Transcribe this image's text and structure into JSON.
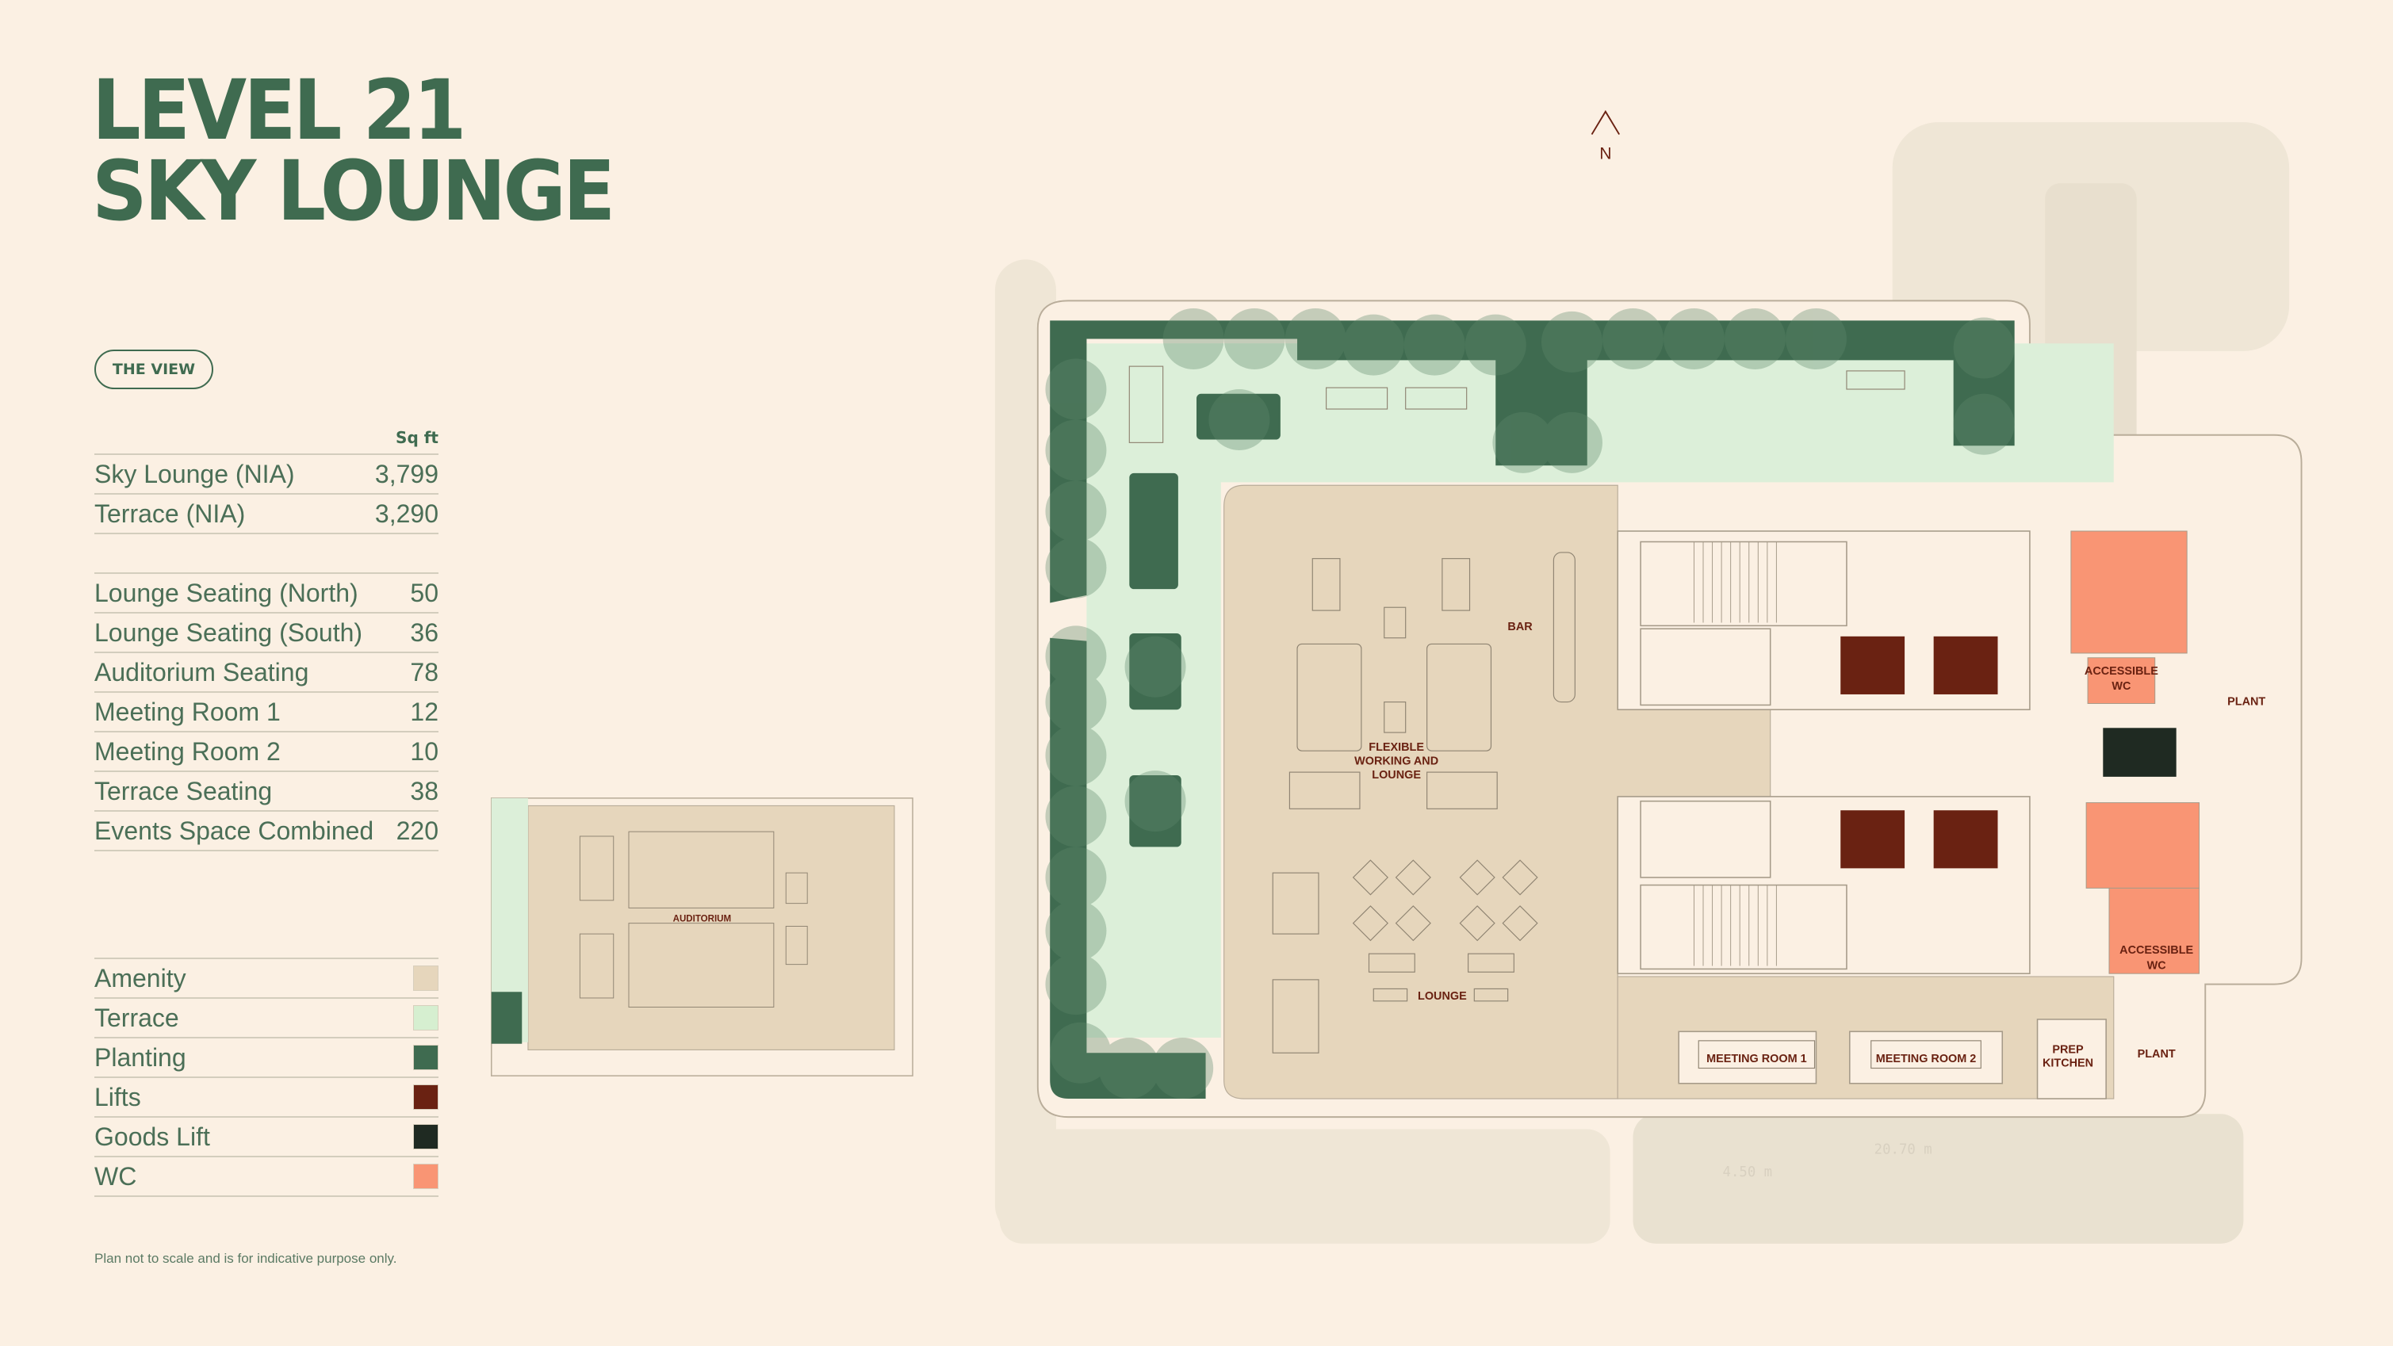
{
  "title": {
    "line1": "LEVEL 21",
    "line2": "SKY LOUNGE"
  },
  "view_button": "THE VIEW",
  "areas": {
    "unit_header": "Sq ft",
    "rows": [
      {
        "label": "Sky Lounge (NIA)",
        "value": "3,799"
      },
      {
        "label": "Terrace (NIA)",
        "value": "3,290"
      }
    ]
  },
  "capacities": [
    {
      "label": "Lounge Seating (North)",
      "value": "50"
    },
    {
      "label": "Lounge Seating (South)",
      "value": "36"
    },
    {
      "label": "Auditorium Seating",
      "value": "78"
    },
    {
      "label": "Meeting Room 1",
      "value": "12"
    },
    {
      "label": "Meeting Room 2",
      "value": "10"
    },
    {
      "label": "Terrace Seating",
      "value": "38"
    },
    {
      "label": "Events Space Combined",
      "value": "220"
    }
  ],
  "legend": [
    {
      "label": "Amenity",
      "color": "#e6d6bc"
    },
    {
      "label": "Terrace",
      "color": "#d6efd0"
    },
    {
      "label": "Planting",
      "color": "#3f6b50"
    },
    {
      "label": "Lifts",
      "color": "#6a2212"
    },
    {
      "label": "Goods Lift",
      "color": "#1f2a22"
    },
    {
      "label": "WC",
      "color": "#f99574"
    }
  ],
  "footnote": "Plan not to scale and is for indicative purpose only.",
  "plan": {
    "north": "N",
    "labels": {
      "bar": "BAR",
      "flex1": "FLEXIBLE",
      "flex2": "WORKING AND",
      "flex3": "LOUNGE",
      "lounge": "LOUNGE",
      "meeting1": "MEETING ROOM 1",
      "meeting2": "MEETING ROOM 2",
      "prep1": "PREP",
      "prep2": "KITCHEN",
      "plant_east": "PLANT",
      "plant_south": "PLANT",
      "wc_a1": "ACCESSIBLE",
      "wc_a2": "WC",
      "wc_b1": "ACCESSIBLE",
      "wc_b2": "WC",
      "auditorium": "AUDITORIUM"
    },
    "dimensions": {
      "width": "20.70 m",
      "offset": "4.50 m"
    }
  }
}
